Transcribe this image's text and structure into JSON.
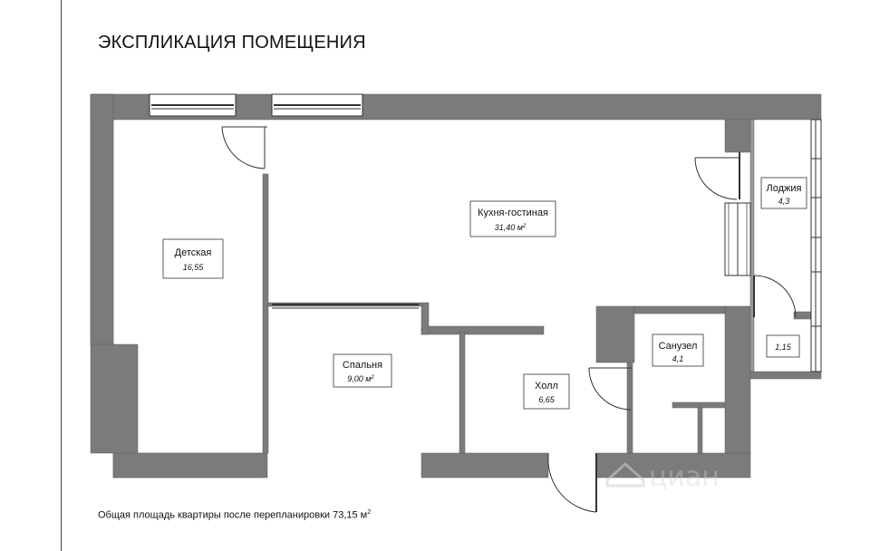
{
  "title": "ЭКСПЛИКАЦИЯ ПОМЕЩЕНИЯ",
  "footer": {
    "text": "Общая площадь квартиры после перепланировки 73,15 м",
    "superscript": "2"
  },
  "rooms": {
    "detskaya": {
      "name": "Детская",
      "area": "16,55"
    },
    "kitchen": {
      "name": "Кухня-гостиная",
      "area": "31,40 м",
      "sup": "2"
    },
    "loggia": {
      "name": "Лоджия",
      "area": "4,3"
    },
    "bedroom": {
      "name": "Спальня",
      "area": "9,00 м",
      "sup": "2"
    },
    "hall": {
      "name": "Холл",
      "area": "6,65"
    },
    "bathroom": {
      "name": "Санузел",
      "area": "4,1"
    },
    "small": {
      "area": "1,15"
    }
  },
  "watermark": {
    "text": "циан",
    "icon": "cian-house-icon"
  },
  "colors": {
    "wall": "#7b7b7b",
    "line": "#333333",
    "window": "#ffffff"
  }
}
